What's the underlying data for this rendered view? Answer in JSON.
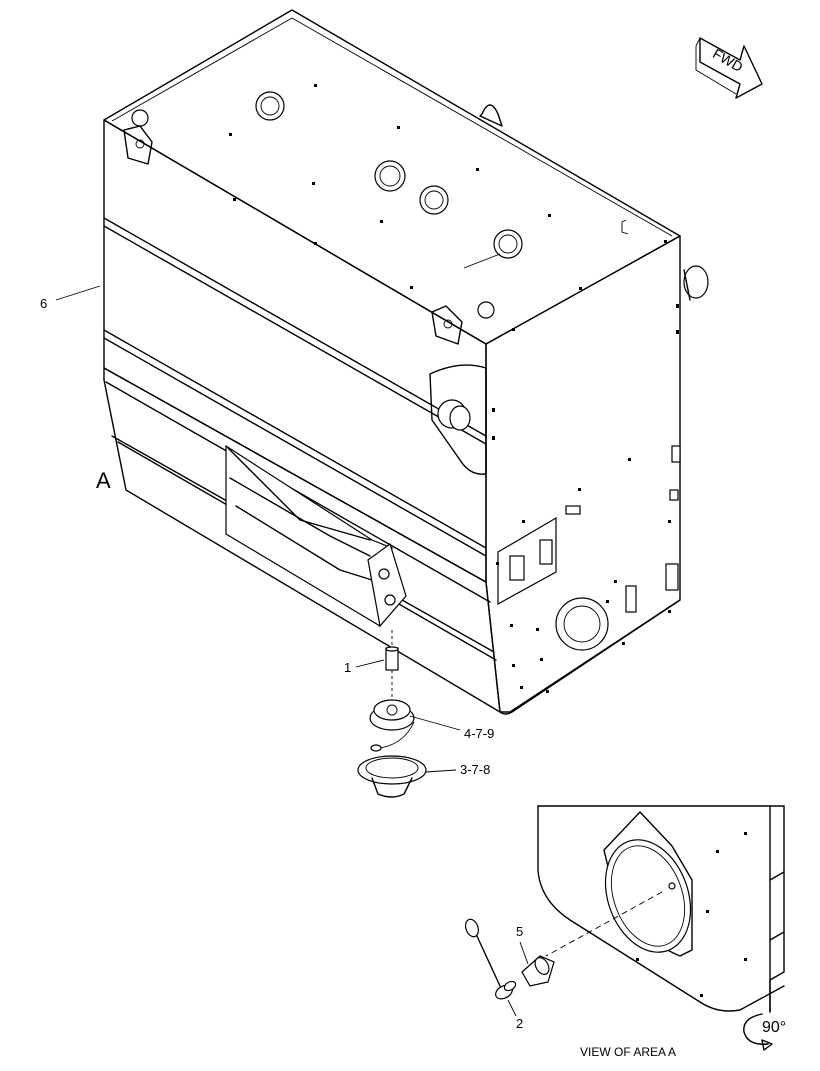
{
  "diagram": {
    "callouts": {
      "item_1": "1",
      "item_2": "2",
      "item_5": "5",
      "item_6": "6",
      "item_4_7_9": "4-7-9",
      "item_3_7_8": "3-7-8"
    },
    "area_label": "A",
    "view_caption": "VIEW OF AREA A",
    "direction_label": "FWD",
    "rotation_label": "90°"
  }
}
